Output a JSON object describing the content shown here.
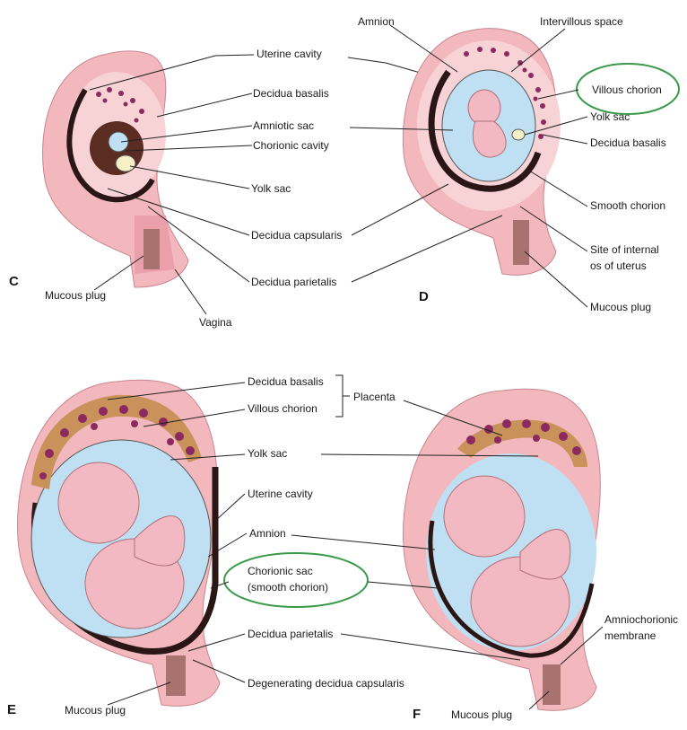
{
  "panels": {
    "C": {
      "letter": "C",
      "labels": {
        "uterine_cavity": "Uterine cavity",
        "decidua_basalis": "Decidua basalis",
        "amniotic_sac": "Amniotic sac",
        "chorionic_cavity": "Chorionic cavity",
        "yolk_sac": "Yolk sac",
        "decidua_capsularis": "Decidua capsularis",
        "decidua_parietalis": "Decidua parietalis",
        "mucous_plug": "Mucous plug",
        "vagina": "Vagina"
      }
    },
    "D": {
      "letter": "D",
      "labels": {
        "amnion": "Amnion",
        "intervillous_space": "Intervillous space",
        "villous_chorion": "Villous chorion",
        "yolk_sac": "Yolk sac",
        "decidua_basalis": "Decidua basalis",
        "smooth_chorion": "Smooth chorion",
        "site_internal_os_1": "Site of internal",
        "site_internal_os_2": "os of uterus",
        "mucous_plug": "Mucous plug"
      }
    },
    "E": {
      "letter": "E",
      "labels": {
        "decidua_basalis": "Decidua basalis",
        "villous_chorion": "Villous chorion",
        "placenta": "Placenta",
        "yolk_sac": "Yolk sac",
        "uterine_cavity": "Uterine cavity",
        "amnion": "Amnion",
        "chorionic_sac_1": "Chorionic sac",
        "chorionic_sac_2": "(smooth chorion)",
        "decidua_parietalis": "Decidua parietalis",
        "degenerating_decidua_capsularis": "Degenerating decidua capsularis",
        "mucous_plug": "Mucous plug"
      }
    },
    "F": {
      "letter": "F",
      "labels": {
        "amniochorionic_1": "Amniochorionic",
        "amniochorionic_2": "membrane",
        "mucous_plug": "Mucous plug"
      }
    }
  },
  "colors": {
    "uterine_wall": "#f2b8bd",
    "decidua": "#f7d3d6",
    "villi": "#8a2a5e",
    "amniotic_fluid": "#bfe0f2",
    "embryo": "#f3b9c2",
    "chorion_dark": "#2a1614",
    "highlight_ellipse": "#3a9a4a"
  }
}
